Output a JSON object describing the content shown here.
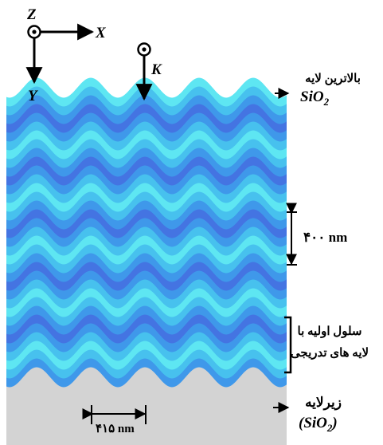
{
  "colors": {
    "background": "#ffffff",
    "substrate": "#d3d3d3",
    "band_cycle": [
      "#5ee6f2",
      "#47c1ee",
      "#3f98ea",
      "#4474e2",
      "#3f98ea",
      "#47c1ee"
    ],
    "ink": "#000000"
  },
  "axes": {
    "z_label": "Z",
    "x_label": "X",
    "y_label": "Y",
    "k_label": "K"
  },
  "structure": {
    "top_layer_label": "بالاترین لایه",
    "top_material": "SiO",
    "top_material_sub": "2",
    "period_label": "۴۰۰ nm",
    "cell_label_line1": "سلول اولیه با",
    "cell_label_line2": "لایه های تدریجی",
    "substrate_label": "زیرلایه",
    "substrate_material": "(SiO",
    "substrate_material_sub": "2",
    "substrate_material_end": ")",
    "wavelength_label": "۴۱۵ nm"
  },
  "icons": {
    "top_arrow": "arrow-right-icon",
    "substrate_arrow": "arrow-right-icon",
    "z_axis": "dot-circle-icon",
    "k_vector": "dot-circle-icon"
  }
}
